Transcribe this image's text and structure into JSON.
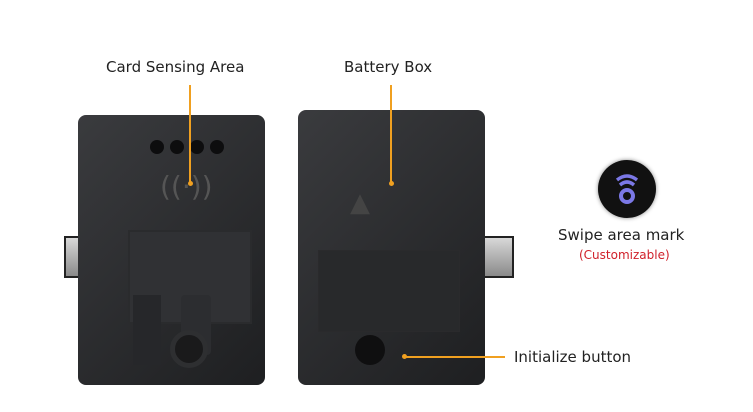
{
  "labels": {
    "card_sensing": "Card Sensing Area",
    "battery_box": "Battery Box",
    "initialize_button": "Initialize button",
    "swipe_mark": "Swipe area mark",
    "customizable": "(Customizable)"
  },
  "colors": {
    "leader": "#f0a020",
    "accent_text": "#d0202a",
    "icon": "#7b78e6"
  }
}
